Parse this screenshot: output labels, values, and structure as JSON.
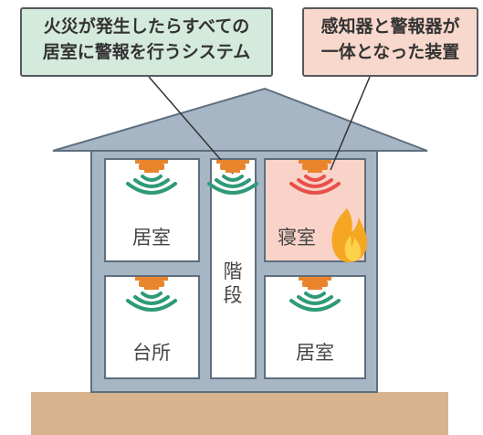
{
  "callouts": {
    "left": {
      "line1": "火災が発生したらすべての",
      "line2": "居室に警報を行うシステム"
    },
    "right": {
      "line1": "感知器と警報器が",
      "line2": "一体となった装置"
    }
  },
  "rooms": {
    "upper_left": "居室",
    "upper_right": "寝室",
    "lower_left": "台所",
    "lower_right": "居室"
  },
  "stairs": {
    "line1": "階",
    "line2": "段"
  },
  "colors": {
    "house_wall": "#a6b6c4",
    "house_roof": "#a6b6c4",
    "house_outline": "#5e6e7c",
    "room_bg": "#ffffff",
    "alarm_room_bg": "#f9d3c8",
    "ground": "#d8b48e",
    "wave_normal": "#2e9a78",
    "wave_alarm": "#e8504b",
    "detector": "#e8852c",
    "fire": "#f5a623",
    "callout_left_bg": "#d4eadc",
    "callout_right_bg": "#f8d8cc"
  },
  "icons": {
    "detector": "smoke-detector-icon",
    "fire": "fire-icon",
    "wave": "signal-wave-icon"
  }
}
